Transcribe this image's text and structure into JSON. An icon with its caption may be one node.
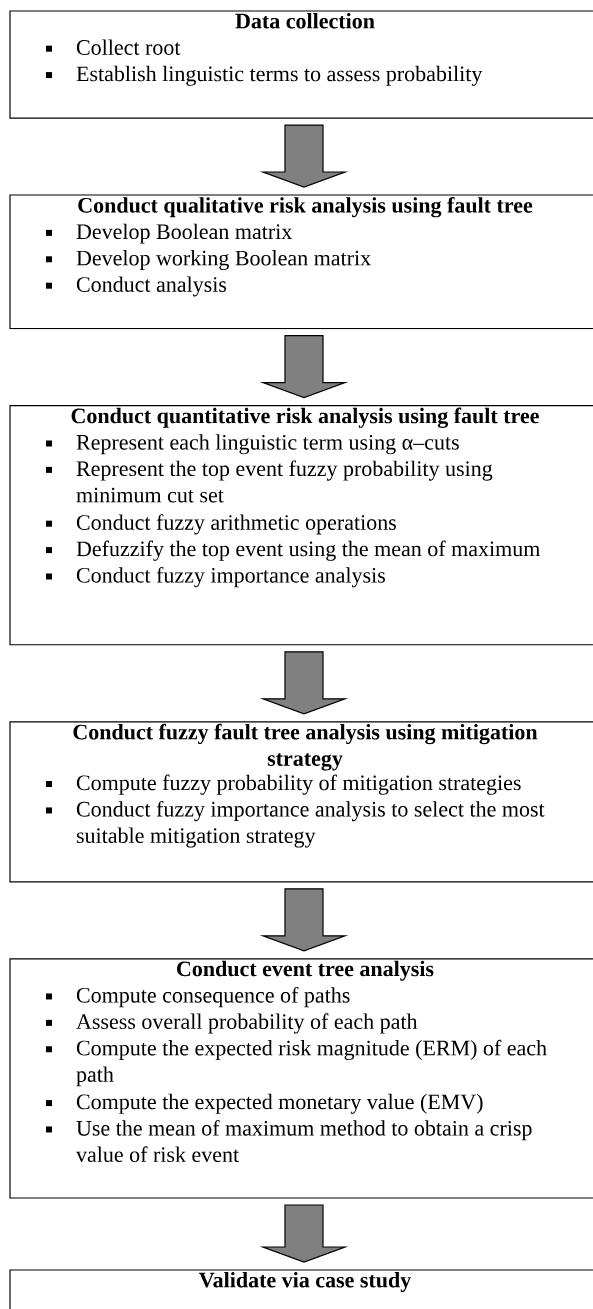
{
  "diagram": {
    "nodes": [
      {
        "text": [
          "Data collection",
          "Collect root",
          "Establish linguistic terms to assess probability"
        ]
      },
      {
        "text": [
          "Conduct qualitative risk analysis using fault tree",
          "Develop Boolean matrix",
          "Develop working Boolean matrix",
          "Conduct analysis"
        ]
      },
      {
        "text": [
          "Conduct quantitative risk analysis using fault tree",
          "Represent each linguistic term using α–cuts",
          "Represent the top event fuzzy probability using minimum cut set",
          "Conduct fuzzy arithmetic operations",
          "Defuzzify the top event using the mean of maximum",
          "Conduct fuzzy importance analysis"
        ]
      },
      {
        "text": [
          "Conduct fuzzy fault tree analysis using mitigation strategy",
          "Compute fuzzy probability of mitigation strategies",
          "Conduct fuzzy importance analysis to select the most suitable mitigation strategy"
        ]
      },
      {
        "text": [
          "Conduct event tree analysis",
          "Compute consequence of paths",
          "Assess overall probability of each path",
          "Compute the expected risk magnitude (ERM) of each path",
          "Compute the expected monetary value (EMV)",
          "Use the mean of maximum method to obtain a crisp value of risk event"
        ]
      },
      {
        "text": [
          "Validate via case study"
        ]
      }
    ],
    "edges": [
      {
        "from": 0,
        "to": 1,
        "arrow": "to"
      },
      {
        "from": 1,
        "to": 2,
        "arrow": "to"
      },
      {
        "from": 2,
        "to": 3,
        "arrow": "to"
      },
      {
        "from": 3,
        "to": 4,
        "arrow": "to"
      },
      {
        "from": 4,
        "to": 5,
        "arrow": "to"
      }
    ]
  }
}
